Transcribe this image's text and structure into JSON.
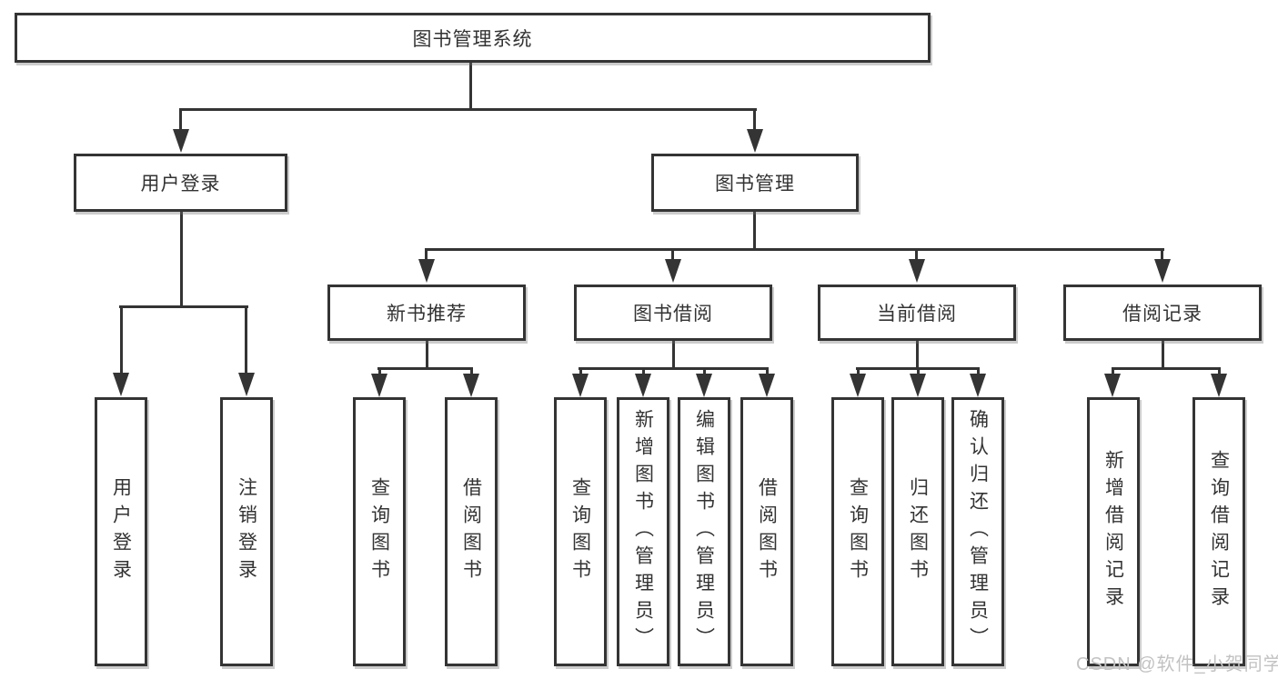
{
  "watermark": {
    "text": "CSDN @软件_小贺同学"
  },
  "colors": {
    "line": "#343434",
    "text": "#333333",
    "background": "#ffffff",
    "watermark": "#c2c2c2"
  },
  "tree": {
    "root": {
      "label": "图书管理系统",
      "children": [
        {
          "label": "用户登录",
          "children": [
            {
              "label": "用户登录"
            },
            {
              "label": "注销登录"
            }
          ]
        },
        {
          "label": "图书管理",
          "children": [
            {
              "label": "新书推荐",
              "children": [
                {
                  "label": "查询图书"
                },
                {
                  "label": "借阅图书"
                }
              ]
            },
            {
              "label": "图书借阅",
              "children": [
                {
                  "label": "查询图书"
                },
                {
                  "label": "新增图书（管理员）"
                },
                {
                  "label": "编辑图书（管理员）"
                },
                {
                  "label": "借阅图书"
                }
              ]
            },
            {
              "label": "当前借阅",
              "children": [
                {
                  "label": "查询图书"
                },
                {
                  "label": "归还图书"
                },
                {
                  "label": "确认归还（管理员）"
                }
              ]
            },
            {
              "label": "借阅记录",
              "children": [
                {
                  "label": "新增借阅记录"
                },
                {
                  "label": "查询借阅记录"
                }
              ]
            }
          ]
        }
      ]
    }
  }
}
